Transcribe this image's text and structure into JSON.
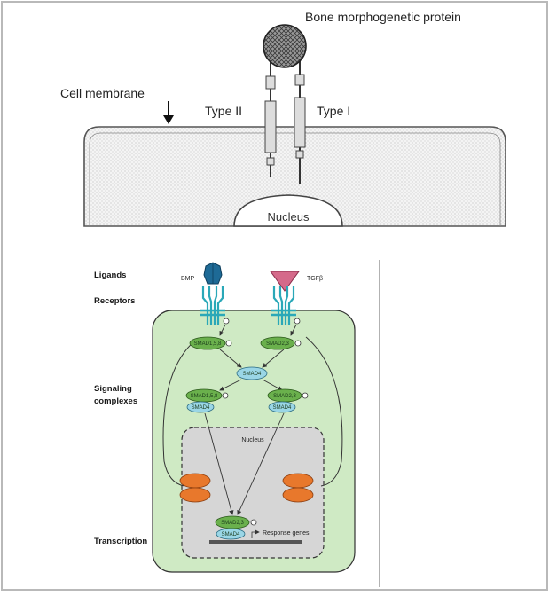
{
  "top_panel": {
    "ligand_label": "Bone morphogenetic protein",
    "membrane_label": "Cell membrane",
    "type2_label": "Type II",
    "type1_label": "Type I",
    "nucleus_label": "Nucleus"
  },
  "bottom_panel": {
    "row_labels": {
      "ligands": "Ligands",
      "receptors": "Receptors",
      "signaling": "Signaling",
      "complexes": "complexes",
      "transcription": "Transcription"
    },
    "bmp_label": "BMP",
    "tgfb_label": "TGFβ",
    "nucleus_label": "Nucleus",
    "response_label": "Response genes",
    "nodes": {
      "smad158_left": "SMAD1,5,8",
      "smad23_right": "SMAD2,3",
      "smad4_center": "SMAD4",
      "smad158_complex": "SMAD1,5,8",
      "smad4_left_complex": "SMAD4",
      "smad23_complex": "SMAD2,3",
      "smad4_right_complex": "SMAD4",
      "smad23_nuclear": "SMAD2,3",
      "smad4_nuclear": "SMAD4"
    }
  },
  "colors": {
    "cell_fill": "#cfeac4",
    "nucleus_fill": "#d4d4d4",
    "smad_green": "#6ab04c",
    "smad4_blue": "#9ad6e6",
    "receptor_teal": "#2aa8b8",
    "bmp_blue": "#1e6a96",
    "tgfb_pink": "#d56a8a",
    "inhibitor_orange": "#e8782c"
  }
}
